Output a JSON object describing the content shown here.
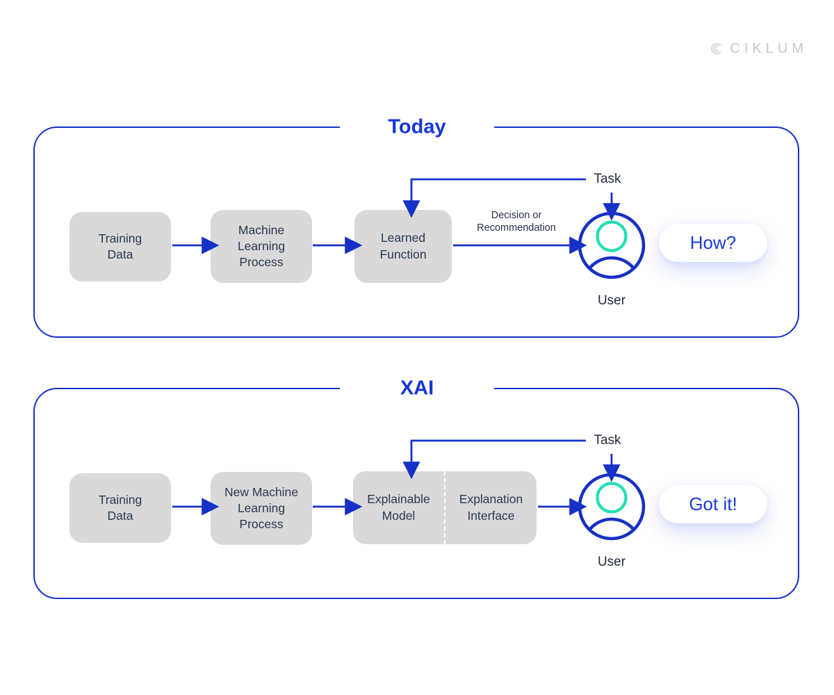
{
  "brand": {
    "logo_text": "CIKLUM",
    "logo_icon": "ciklum-arcs-icon"
  },
  "colors": {
    "line_blue": "#1631C5",
    "title_blue": "#1537D6",
    "pill_text_blue": "#1B3BD8",
    "mint_accent": "#1FDFB4",
    "node_fill_gray": "#D9D9D9",
    "node_text": "#2A3850",
    "logo_gray": "#C3C7C8"
  },
  "panels": [
    {
      "title": "Today",
      "boxes": [
        {
          "label": "Training\nData"
        },
        {
          "label": "Machine\nLearning\nProcess"
        },
        {
          "label": "Learned\nFunction"
        }
      ],
      "flow_label": "Decision or\nRecommendation",
      "task_label": "Task",
      "user_label": "User",
      "pill_label": "How?"
    },
    {
      "title": "XAI",
      "boxes": [
        {
          "label": "Training\nData"
        },
        {
          "label": "New Machine\nLearning\nProcess"
        }
      ],
      "split_box": {
        "left": "Explainable\nModel",
        "right": "Explanation\nInterface"
      },
      "task_label": "Task",
      "user_label": "User",
      "pill_label": "Got it!"
    }
  ]
}
